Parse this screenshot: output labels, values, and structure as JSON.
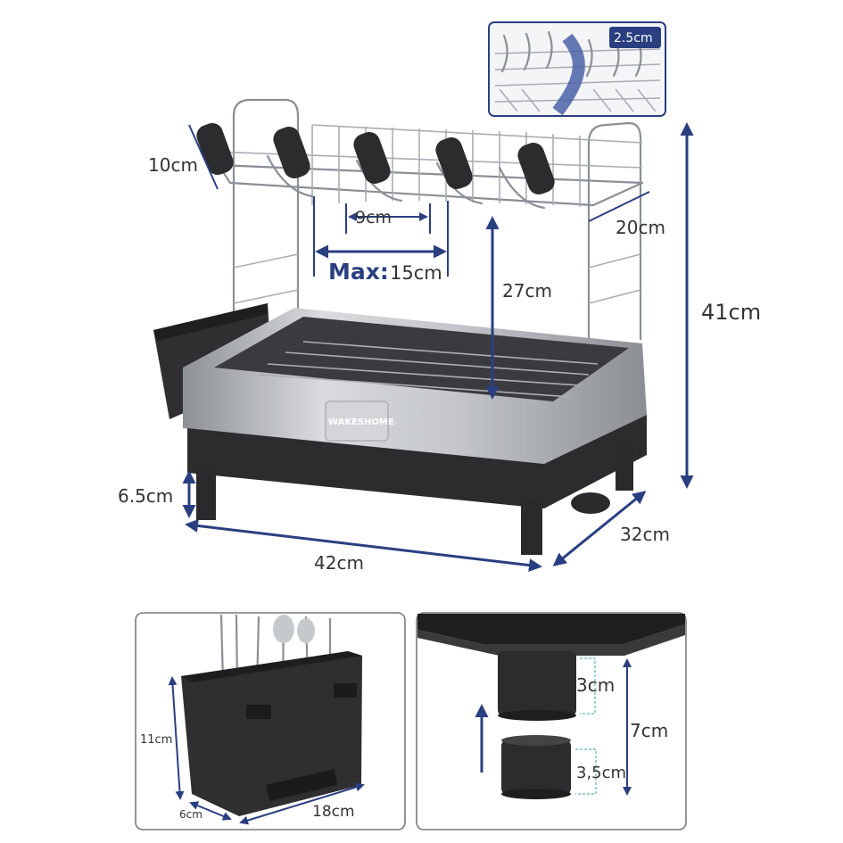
{
  "colors": {
    "accent": "#2a3f80",
    "product_black": "#2c2c2e",
    "steel": "#b9bcc0"
  },
  "main": {
    "dim_width": "42cm",
    "dim_depth": "32cm",
    "dim_height": "41cm",
    "dim_leg": "6.5cm",
    "dim_rack_clearance": "27cm",
    "dim_upper_depth": "20cm",
    "dim_handle": "10cm",
    "dim_slot": "9cm",
    "dim_max_prefix": "Max:",
    "dim_max_value": "15cm",
    "brand": "WAKESHOME"
  },
  "inset_top": {
    "badge": "2.5cm"
  },
  "utensil_holder": {
    "height": "11cm",
    "depth": "6cm",
    "width": "18cm"
  },
  "foot_detail": {
    "cap": "3cm",
    "total": "7cm",
    "insert": "3,5cm"
  }
}
